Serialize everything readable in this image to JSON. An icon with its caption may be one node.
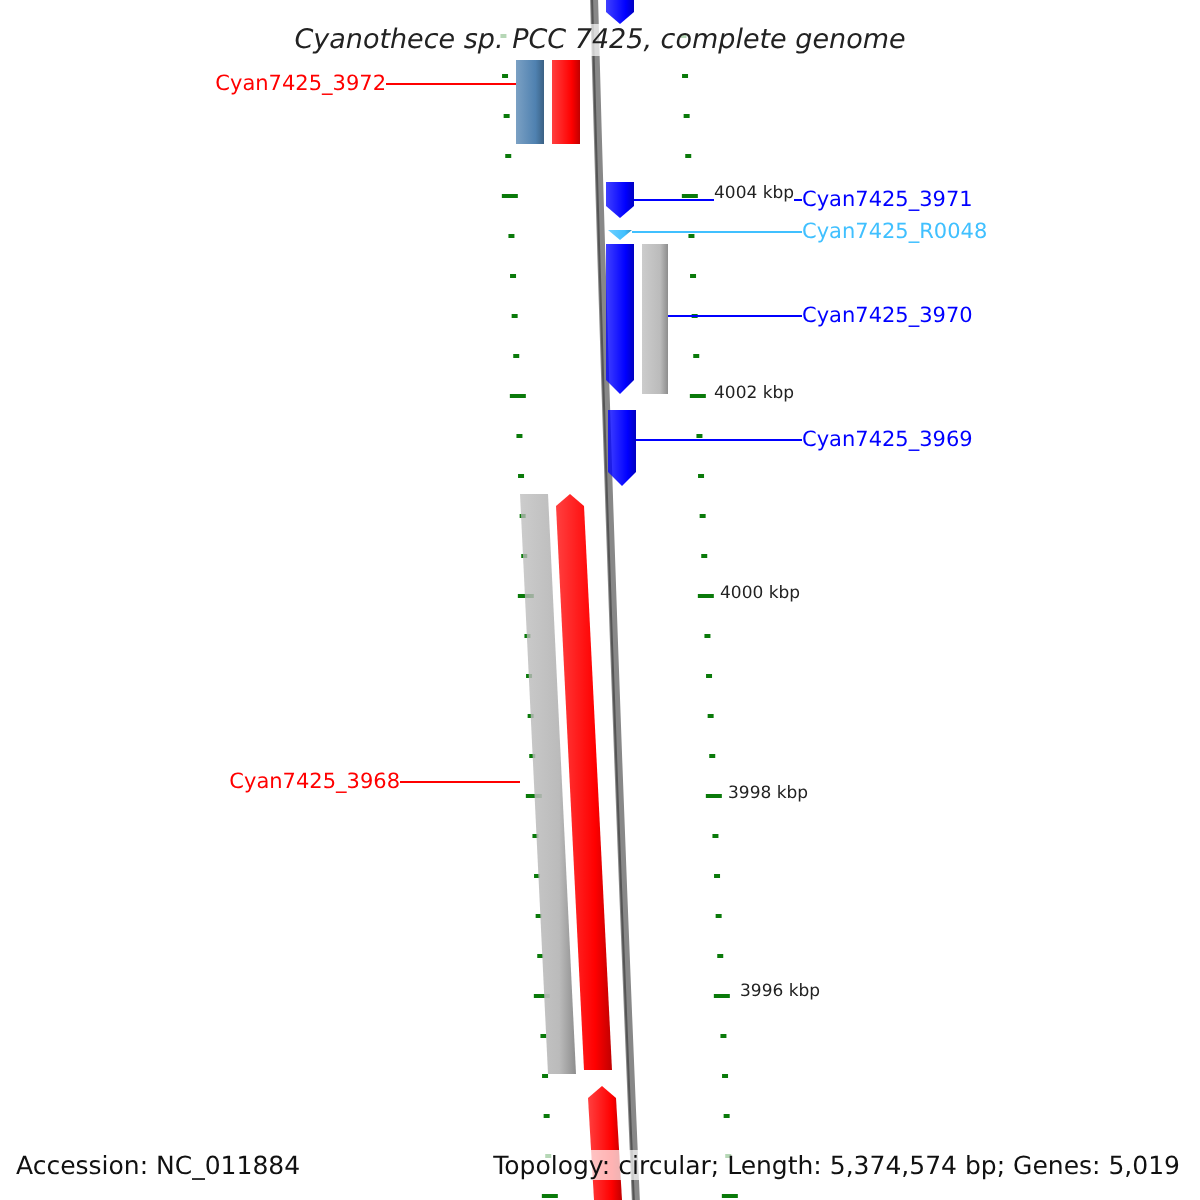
{
  "diagram": {
    "title": "Cyanothece sp. PCC 7425, complete genome",
    "nodes": [
      {
        "text": [
          "Cyan7425_3972"
        ]
      },
      {
        "text": [
          "Cyan7425_3971"
        ]
      },
      {
        "text": [
          "Cyan7425_R0048"
        ]
      },
      {
        "text": [
          "Cyan7425_3970"
        ]
      },
      {
        "text": [
          "Cyan7425_3969"
        ]
      },
      {
        "text": [
          "Cyan7425_3968"
        ]
      },
      {
        "text": [],
        "shape": "bar"
      },
      {
        "text": [],
        "shape": "bar"
      },
      {
        "text": [],
        "shape": "bar"
      },
      {
        "text": [],
        "shape": "bar"
      },
      {
        "text": [],
        "shape": "bar"
      },
      {
        "text": [],
        "shape": "bar"
      },
      {
        "text": [],
        "shape": "bar"
      },
      {
        "text": [],
        "shape": "bar"
      },
      {
        "text": [],
        "shape": "bar"
      },
      {
        "text": [],
        "shape": "bar"
      },
      {
        "text": [],
        "shape": "bar"
      }
    ],
    "edges": [
      {
        "from": 0,
        "to": 6,
        "arrow": "none",
        "color": "#ff0000"
      },
      {
        "from": 1,
        "to": 9,
        "arrow": "none"
      },
      {
        "from": 2,
        "to": 10,
        "arrow": "none",
        "color": "#40c0ff"
      },
      {
        "from": 3,
        "to": 12,
        "arrow": "none"
      },
      {
        "from": 4,
        "to": 13,
        "arrow": "none"
      },
      {
        "from": 5,
        "to": 14,
        "arrow": "none",
        "color": "#ff0000"
      }
    ],
    "labels": [
      "4004 kbp",
      "4002 kbp",
      "4000 kbp",
      "3998 kbp",
      "3996 kbp",
      "Accession: NC_011884",
      "Topology: circular; Length: 5,374,574 bp; Genes: 5,019"
    ]
  }
}
